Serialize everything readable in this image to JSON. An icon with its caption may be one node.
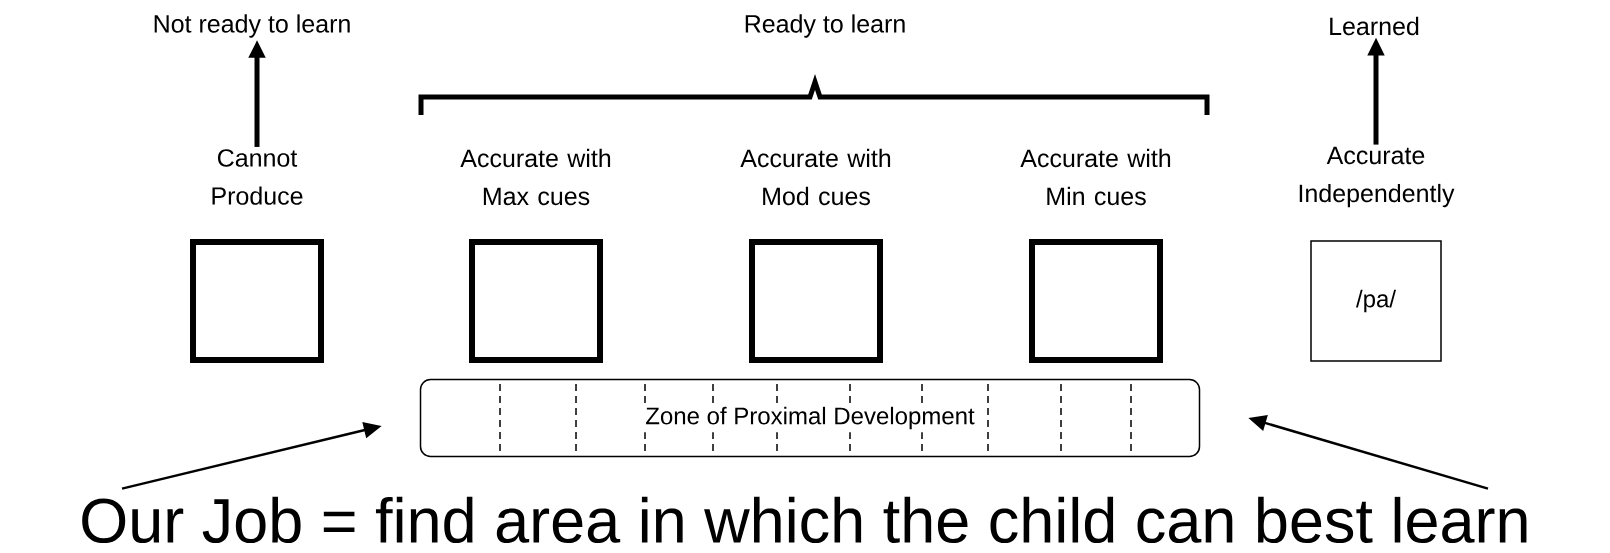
{
  "diagram": {
    "nodes": [
      {
        "text": [
          "Not ready to learn"
        ]
      },
      {
        "text": [
          "Learned"
        ]
      },
      {
        "text": [
          "Cannot Produce"
        ]
      },
      {
        "text": [
          "Accurate with Max cues"
        ]
      },
      {
        "text": [
          "Accurate with Mod cues"
        ]
      },
      {
        "text": [
          "Accurate with Min cues"
        ]
      },
      {
        "text": [
          "Accurate Independently",
          "/pa/"
        ]
      },
      {
        "text": [
          "Zone of Proximal Development"
        ]
      },
      {
        "text": [
          "Our Job = find area in which the child can best learn"
        ]
      }
    ],
    "edges": [
      {
        "from": 2,
        "to": 0,
        "arrow": "to",
        "style": "thick"
      },
      {
        "from": 6,
        "to": 1,
        "arrow": "to",
        "style": "thick"
      },
      {
        "from": 8,
        "to": 7,
        "arrow": "to"
      },
      {
        "from": 8,
        "to": 7,
        "arrow": "to"
      }
    ],
    "labels": [
      "Ready to learn"
    ]
  }
}
